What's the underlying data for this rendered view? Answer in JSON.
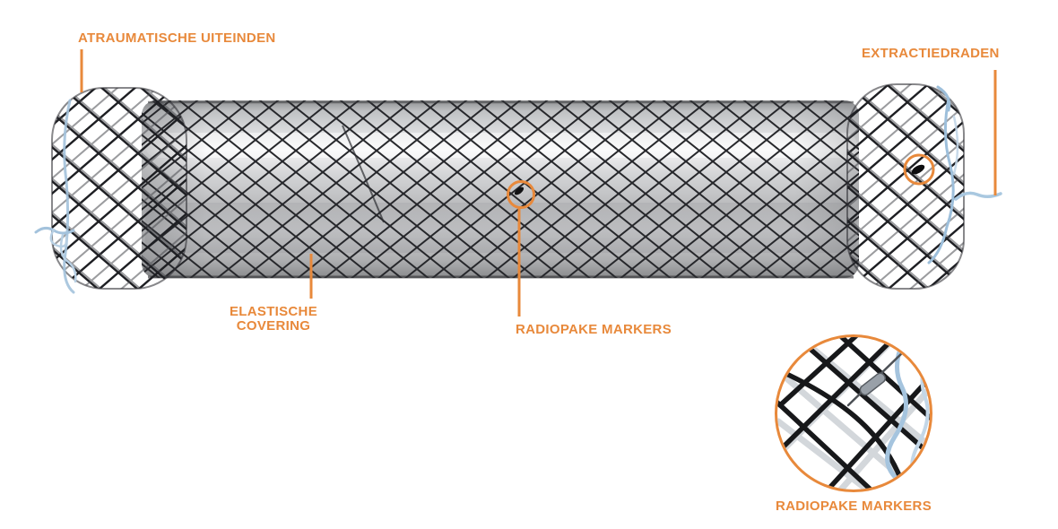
{
  "diagram": {
    "title_semantic": "covered-stent-annotated-diagram",
    "labels": {
      "atraumatic_ends": "ATRAUMATISCHE UITEINDEN",
      "extraction_threads": "EXTRACTIEDRADEN",
      "elastic_covering_line1": "ELASTISCHE",
      "elastic_covering_line2": "COVERING",
      "radiopaque_markers_mid": "RADIOPAKE MARKERS",
      "radiopaque_markers_zoom": "RADIOPAKE MARKERS"
    },
    "colors": {
      "accent_orange": "#E8893B",
      "mesh_wire": "#26272B",
      "covering_highlight": "#F4F4F5",
      "covering_shadow": "#8A8B8D",
      "extraction_thread_blue": "#A3C2DC"
    }
  }
}
